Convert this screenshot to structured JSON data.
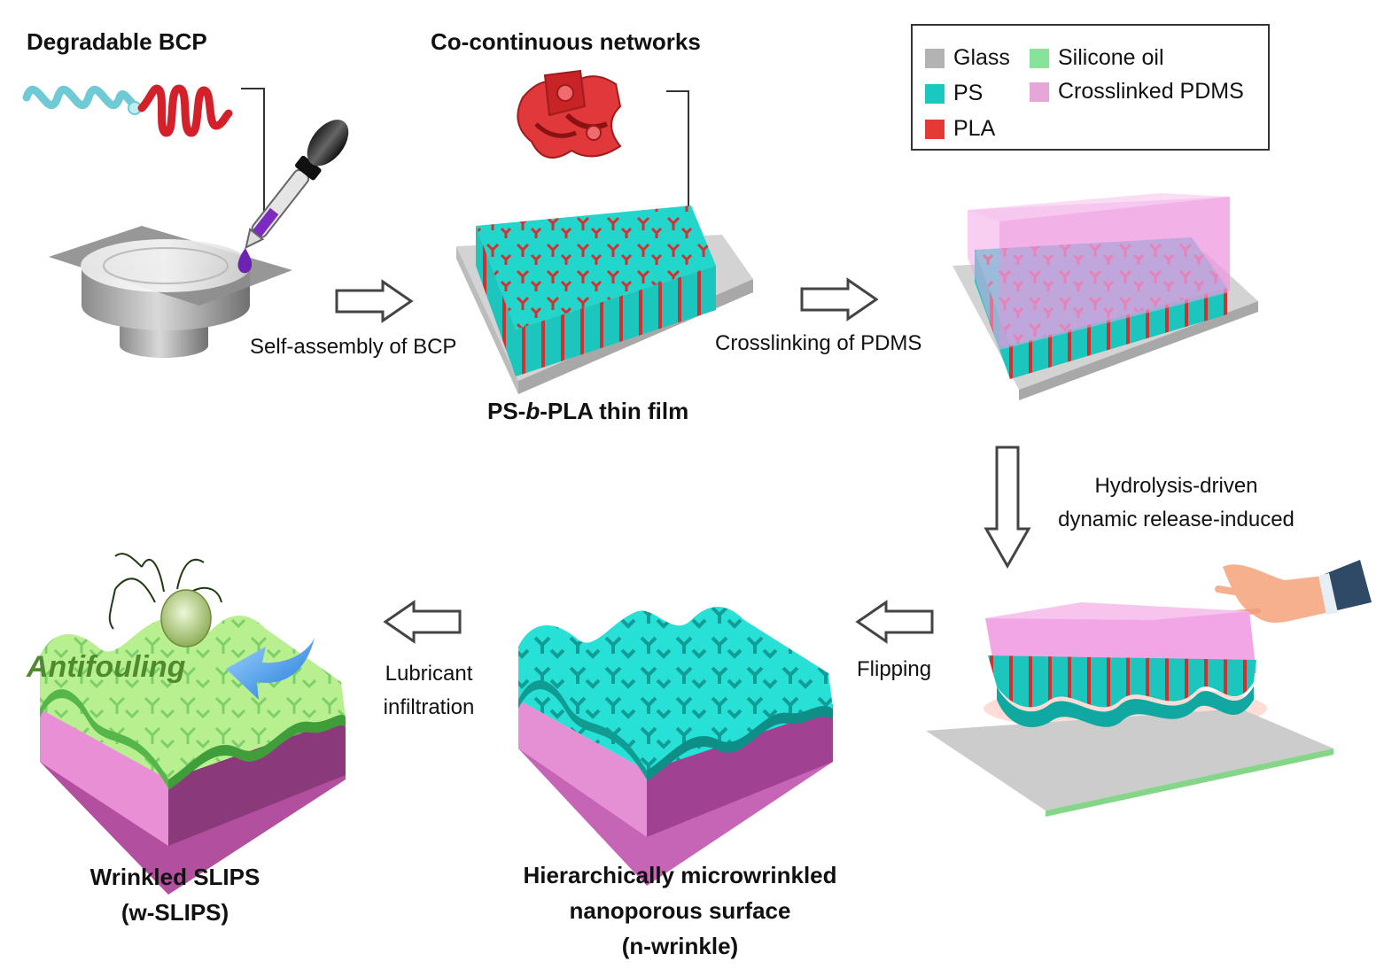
{
  "titles": {
    "degradable_bcp": "Degradable BCP",
    "co_continuous": "Co-continuous networks",
    "thin_film_prefix": "PS-",
    "thin_film_italic": "b",
    "thin_film_suffix": "-PLA thin film",
    "wrinkled_slips_line1": "Wrinkled SLIPS",
    "wrinkled_slips_line2": "(w-SLIPS)",
    "nwrinkle_line1": "Hierarchically microwrinkled",
    "nwrinkle_line2": "nanoporous surface",
    "nwrinkle_line3": "(n-wrinkle)"
  },
  "steps": {
    "self_assembly": "Self-assembly of BCP",
    "crosslinking": "Crosslinking of PDMS",
    "hydrolysis_line1": "Hydrolysis-driven",
    "hydrolysis_line2": "dynamic release-induced",
    "flipping": "Flipping",
    "lubricant_line1": "Lubricant",
    "lubricant_line2": "infiltration"
  },
  "annotation": "Antifouling",
  "legend": {
    "items": [
      {
        "label": "Glass",
        "color": "#b3b3b3"
      },
      {
        "label": "PS",
        "color": "#19c9c0"
      },
      {
        "label": "PLA",
        "color": "#e53935"
      },
      {
        "label": "Silicone oil",
        "color": "#86e39a"
      },
      {
        "label": "Crosslinked PDMS",
        "color": "#e6a6d8"
      }
    ]
  },
  "colors": {
    "glass": "#c8c8c8",
    "ps": "#22d6cc",
    "pla": "#d62f2f",
    "pdms": "#f3a6e6",
    "oil": "#9fe38f",
    "antifouling": "#4e8a2e"
  }
}
